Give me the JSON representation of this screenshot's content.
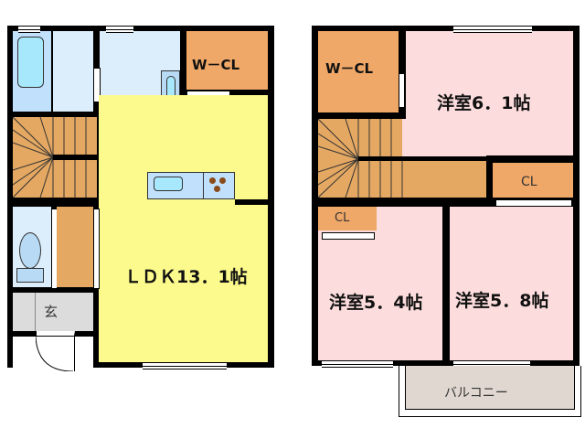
{
  "floor1": {
    "rooms": {
      "wcl": "W－CL",
      "ldk": "ＬＤＫ13．1帖",
      "entrance": "玄"
    }
  },
  "floor2": {
    "rooms": {
      "wcl": "W－CL",
      "western6": "洋室6．1帖",
      "cl_right": "CL",
      "cl_left": "CL",
      "western54": "洋室5．4帖",
      "western58": "洋室5．8帖",
      "balcony": "バルコニー"
    }
  },
  "colors": {
    "ldk": "#fcfa8c",
    "closet": "#f0a868",
    "stairs": "#e4a862",
    "wet": "#dceefc",
    "bedroom": "#fcdcdc",
    "entrance": "#dcdcdc",
    "balcony": "#e0d8d0",
    "fixture": "#a8d8f0"
  }
}
